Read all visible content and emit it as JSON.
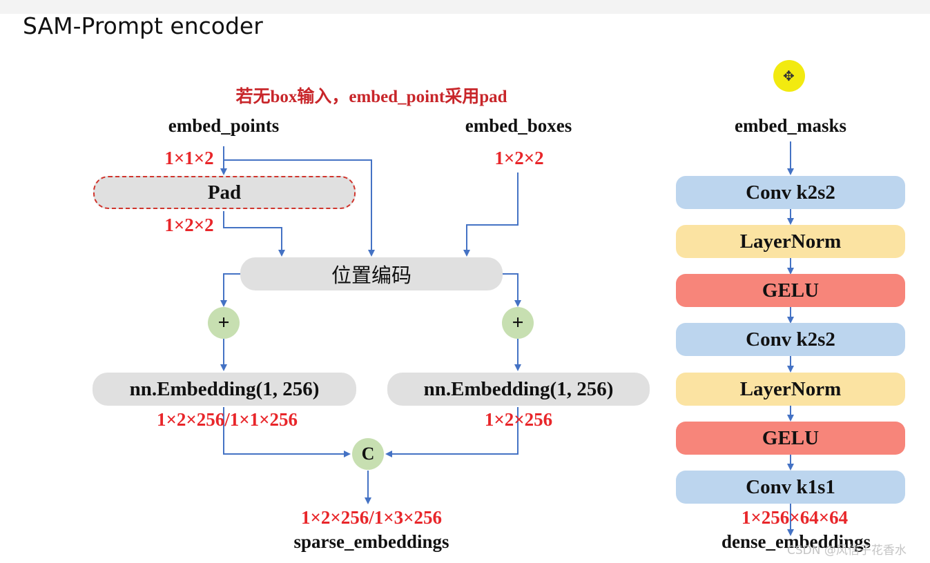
{
  "title": "SAM-Prompt encoder",
  "note": "若无box输入，embed_point采用pad",
  "left": {
    "embed_points": "embed_points",
    "dim_points": "1×1×2",
    "pad": "Pad",
    "dim_pad": "1×2×2",
    "embed_boxes": "embed_boxes",
    "dim_boxes": "1×2×2",
    "pos_encoding": "位置编码",
    "plus": "+",
    "embedding_left": "nn.Embedding(1, 256)",
    "embedding_right": "nn.Embedding(1, 256)",
    "dim_emb_left": "1×2×256/1×1×256",
    "dim_emb_right": "1×2×256",
    "concat": "C",
    "dim_sparse": "1×2×256/1×3×256",
    "sparse_out": "sparse_embeddings"
  },
  "right": {
    "embed_masks": "embed_masks",
    "layers": [
      "Conv k2s2",
      "LayerNorm",
      "GELU",
      "Conv k2s2",
      "LayerNorm",
      "GELU",
      "Conv k1s1"
    ],
    "dim_dense": "1×256×64×64",
    "dense_out": "dense_embeddings"
  },
  "watermark": "CSDN @风信子花香水",
  "cursor_icon": "✥",
  "colors": {
    "arrow": "#4472c4",
    "red_text": "#e8262a",
    "gray_box": "#e0e0e0",
    "blue_box": "#bcd5ee",
    "yellow_box": "#fbe3a2",
    "red_box": "#f7857a",
    "circle": "#c7dfb1",
    "cursor": "#f2ea10"
  }
}
